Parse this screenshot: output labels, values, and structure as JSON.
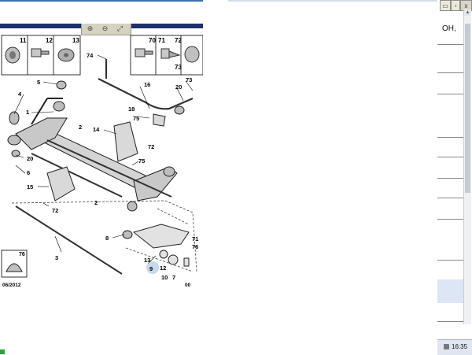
{
  "toolbar": {
    "icons": [
      "zoom-in-icon",
      "zoom-out-icon",
      "fit-icon"
    ]
  },
  "window": {
    "close_label": "x"
  },
  "panel": {
    "header_text": "OH,"
  },
  "taskbar": {
    "clock": "16:35"
  },
  "diagram": {
    "date_label": "06/2012",
    "corner_code": "00",
    "part_numbers": {
      "p1": "1",
      "p2a": "2",
      "p2b": "2",
      "p3": "3",
      "p4": "4",
      "p5": "5",
      "p6": "6",
      "p7": "7",
      "p8": "8",
      "p9": "9",
      "p10": "10",
      "p11": "11",
      "p12": "12",
      "p13": "13",
      "p12b": "12",
      "p13b": "13",
      "p14": "14",
      "p15": "15",
      "p16": "16",
      "p18": "18",
      "p20a": "20",
      "p20b": "20",
      "p70": "70",
      "p71": "71",
      "p72hdr": "72",
      "p73hdr": "73",
      "p71b": "71",
      "p72a": "72",
      "p72b": "72",
      "p73": "73",
      "p74": "74",
      "p75a": "75",
      "p75b": "75",
      "p76": "76",
      "p76b": "76"
    }
  }
}
